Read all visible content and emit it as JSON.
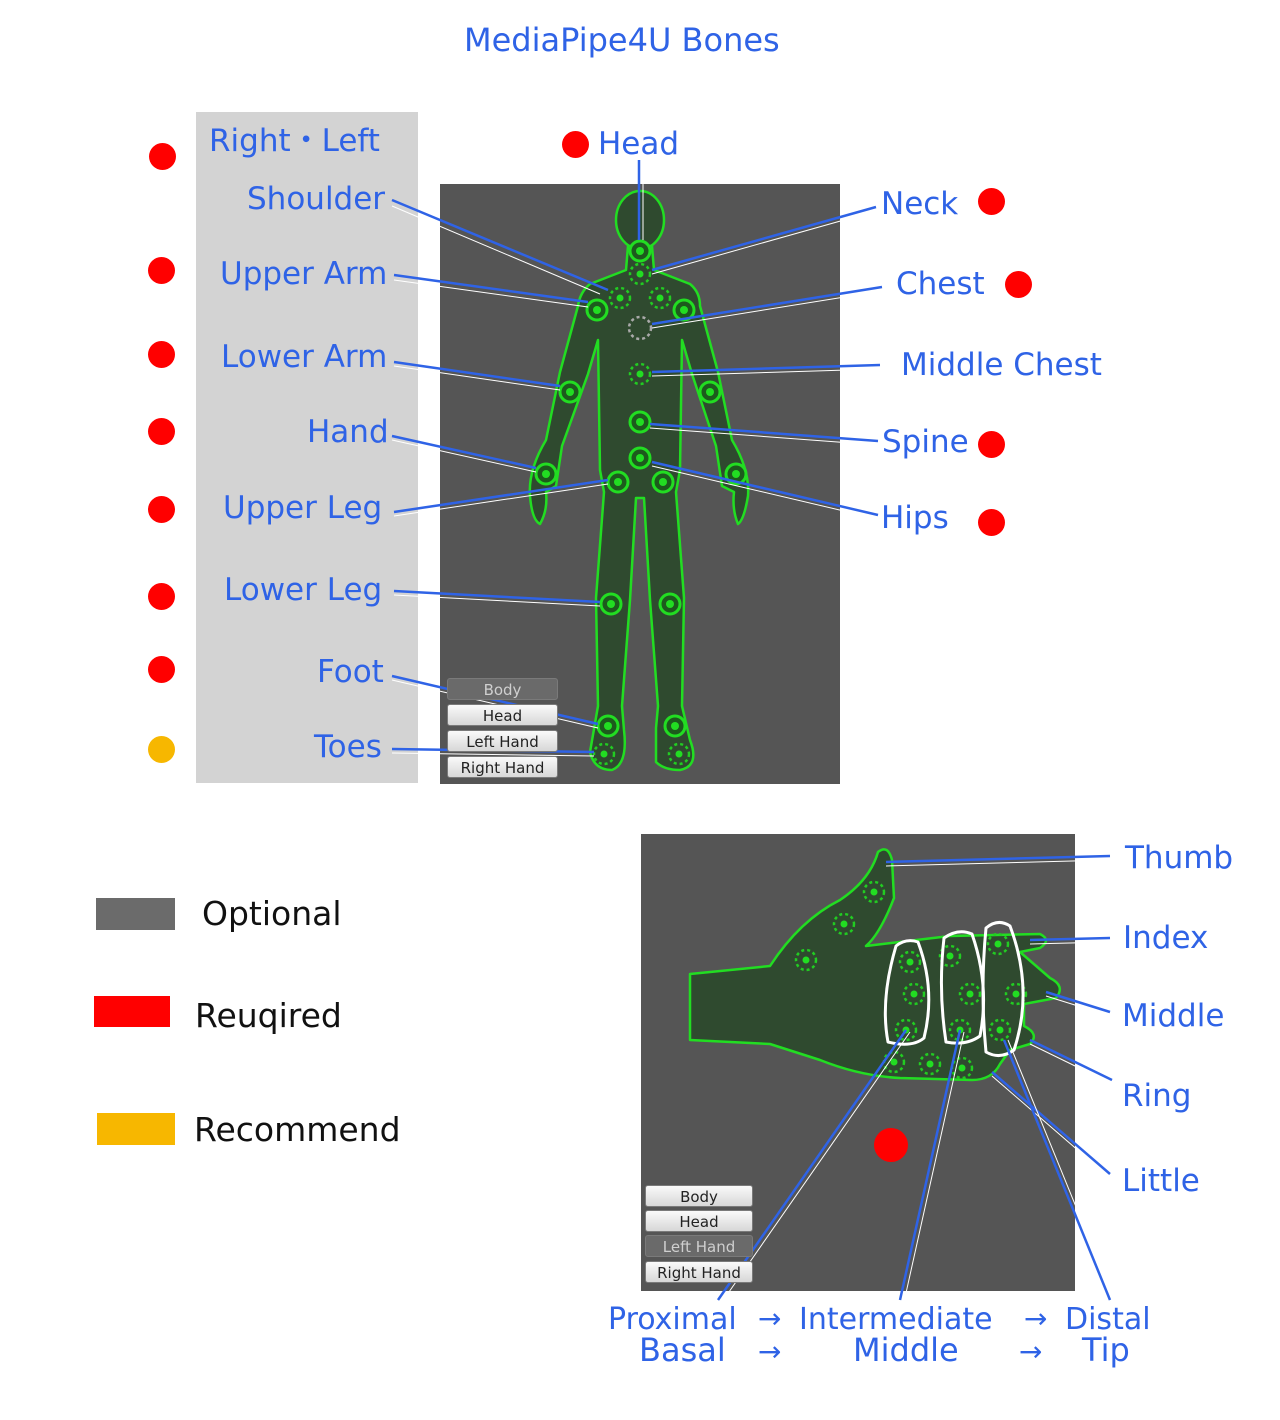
{
  "title": "MediaPipe4U Bones",
  "colors": {
    "optional": "#6b6b6b",
    "required": "#ff0000",
    "recommend": "#f7b700",
    "label": "#2f63e6",
    "bone_line": "#22dd22"
  },
  "left_labels": {
    "header": "Right・Left",
    "shoulder": "Shoulder",
    "upper_arm": "Upper Arm",
    "lower_arm": "Lower Arm",
    "hand": "Hand",
    "upper_leg": "Upper Leg",
    "lower_leg": "Lower Leg",
    "foot": "Foot",
    "toes": "Toes"
  },
  "right_labels": {
    "head": "Head",
    "neck": "Neck",
    "chest": "Chest",
    "middle_chest": "Middle Chest",
    "spine": "Spine",
    "hips": "Hips"
  },
  "finger_labels": {
    "thumb": "Thumb",
    "index": "Index",
    "middle": "Middle",
    "ring": "Ring",
    "little": "Little"
  },
  "body_buttons": {
    "body": "Body",
    "head": "Head",
    "left_hand": "Left Hand",
    "right_hand": "Right Hand"
  },
  "hand_buttons": {
    "body": "Body",
    "head": "Head",
    "left_hand": "Left Hand",
    "right_hand": "Right Hand"
  },
  "legend": {
    "optional": "Optional",
    "required": "Reuqired",
    "recommend": "Recommend"
  },
  "segments": {
    "row1": {
      "a": "Proximal",
      "arrow1": "→",
      "b": "Intermediate",
      "arrow2": "→",
      "c": "Distal"
    },
    "row2": {
      "a": "Basal",
      "arrow1": "→",
      "b": "Middle",
      "arrow2": "→",
      "c": "Tip"
    }
  }
}
